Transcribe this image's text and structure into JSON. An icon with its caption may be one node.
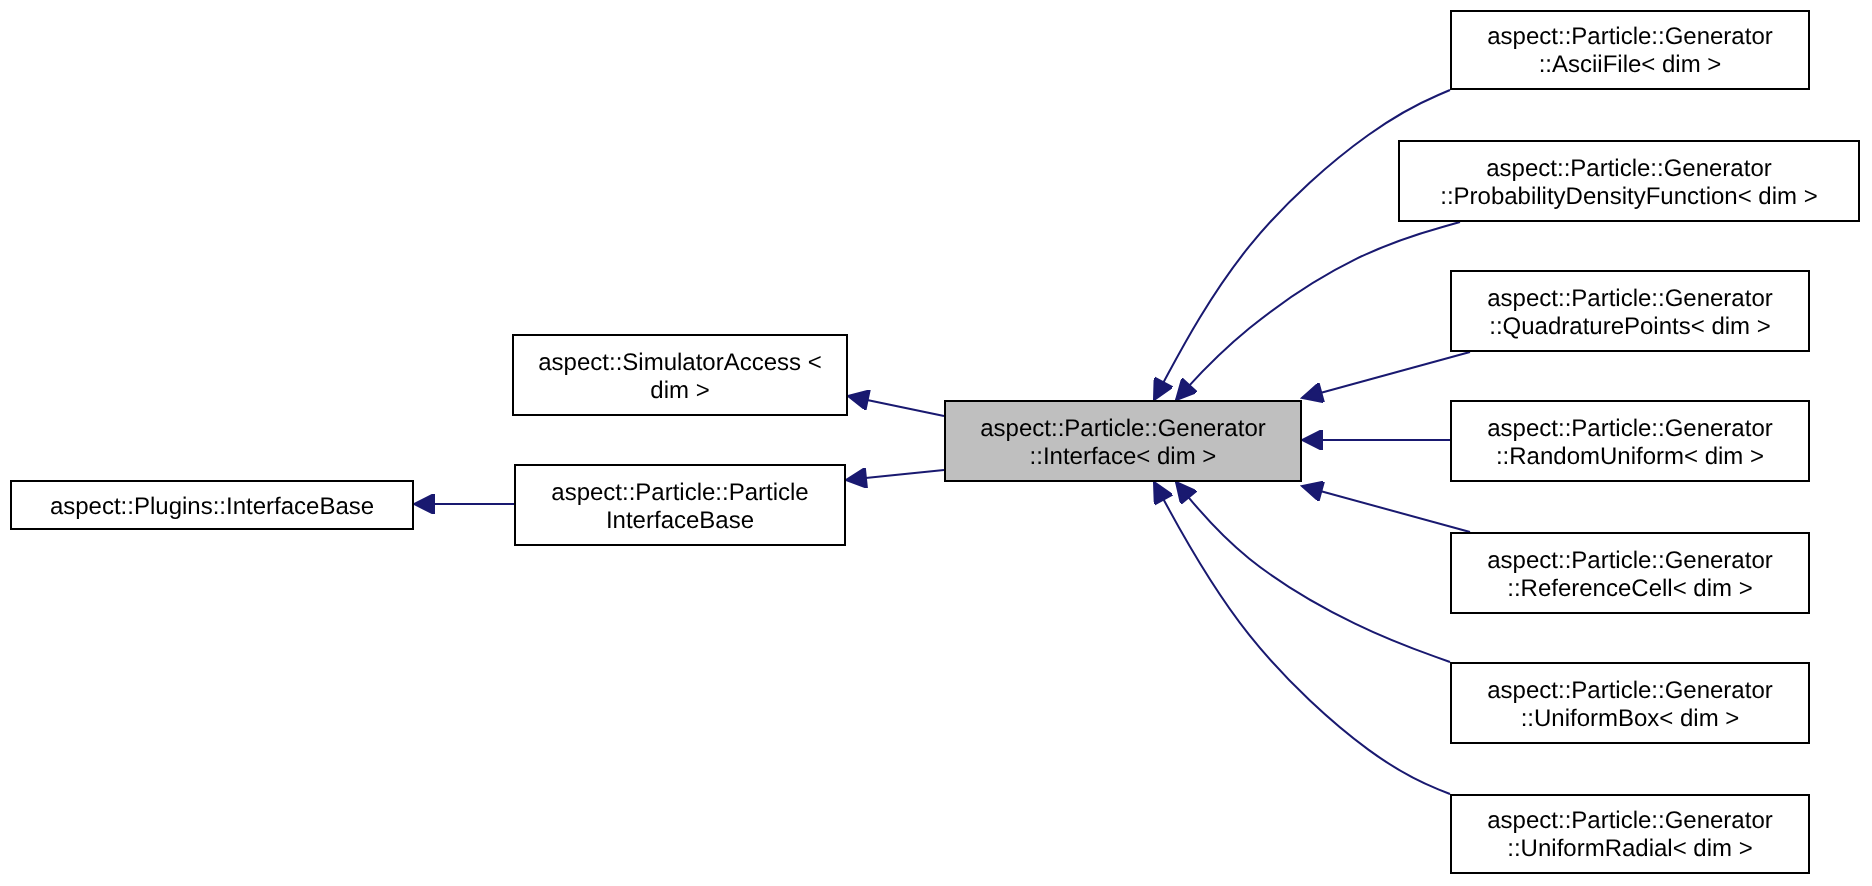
{
  "diagram": {
    "nodes": [
      {
        "text": [
          "aspect::Plugins::InterfaceBase"
        ]
      },
      {
        "text": [
          "aspect::SimulatorAccess < dim >"
        ]
      },
      {
        "text": [
          "aspect::Particle::Particle InterfaceBase"
        ]
      },
      {
        "text": [
          "aspect::Particle::Generator ::Interface< dim >"
        ]
      },
      {
        "text": [
          "aspect::Particle::Generator ::AsciiFile< dim >"
        ]
      },
      {
        "text": [
          "aspect::Particle::Generator ::ProbabilityDensityFunction< dim >"
        ]
      },
      {
        "text": [
          "aspect::Particle::Generator ::QuadraturePoints< dim >"
        ]
      },
      {
        "text": [
          "aspect::Particle::Generator ::RandomUniform< dim >"
        ]
      },
      {
        "text": [
          "aspect::Particle::Generator ::ReferenceCell< dim >"
        ]
      },
      {
        "text": [
          "aspect::Particle::Generator ::UniformBox< dim >"
        ]
      },
      {
        "text": [
          "aspect::Particle::Generator ::UniformRadial< dim >"
        ]
      }
    ],
    "edges": [
      {
        "from": 2,
        "to": 0,
        "arrow": "to"
      },
      {
        "from": 3,
        "to": 1,
        "arrow": "to"
      },
      {
        "from": 3,
        "to": 2,
        "arrow": "to"
      },
      {
        "from": 4,
        "to": 3,
        "arrow": "to"
      },
      {
        "from": 5,
        "to": 3,
        "arrow": "to"
      },
      {
        "from": 6,
        "to": 3,
        "arrow": "to"
      },
      {
        "from": 7,
        "to": 3,
        "arrow": "to"
      },
      {
        "from": 8,
        "to": 3,
        "arrow": "to"
      },
      {
        "from": 9,
        "to": 3,
        "arrow": "to"
      },
      {
        "from": 10,
        "to": 3,
        "arrow": "to"
      }
    ]
  }
}
